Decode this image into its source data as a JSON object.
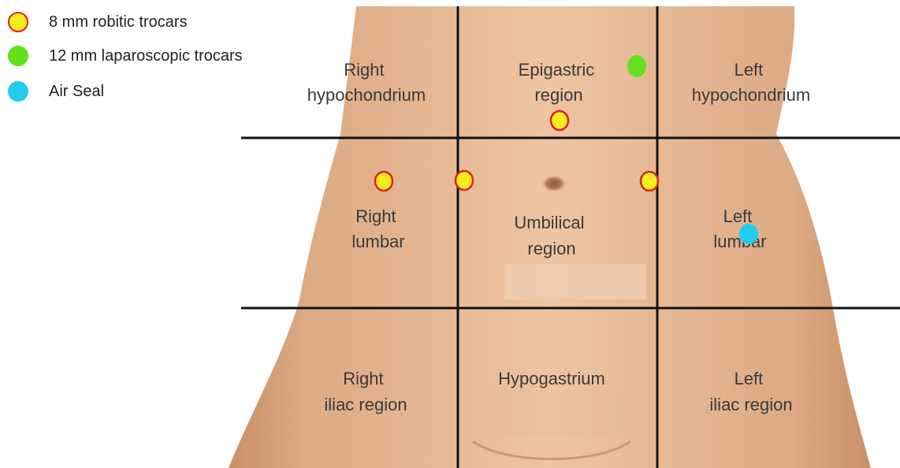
{
  "legend": {
    "items": [
      {
        "label": "8 mm robitic trocars",
        "fill": "#f5ee1e",
        "stroke": "#e02020"
      },
      {
        "label": "12 mm laparoscopic trocars",
        "fill": "#62e21e",
        "stroke": "#62e21e"
      },
      {
        "label": "Air Seal",
        "fill": "#22ccf0",
        "stroke": "#22ccf0"
      }
    ]
  },
  "regions": {
    "right_hypochondrium": [
      "Right",
      "hypochondrium"
    ],
    "epigastric": [
      "Epigastric",
      "region"
    ],
    "left_hypochondrium": [
      "Left",
      "hypochondrium"
    ],
    "right_lumbar": [
      "Right",
      "lumbar"
    ],
    "umbilical": [
      "Umbilical",
      "region"
    ],
    "left_lumbar": [
      "Left",
      "lumbar"
    ],
    "right_iliac": [
      "Right",
      "iliac region"
    ],
    "hypogastrium": [
      "Hypogastrium"
    ],
    "left_iliac": [
      "Left",
      "iliac region"
    ]
  },
  "colors": {
    "skin": "#e2b48f",
    "skin_shadow": "#c68e6a",
    "grid_line": "#111111"
  }
}
